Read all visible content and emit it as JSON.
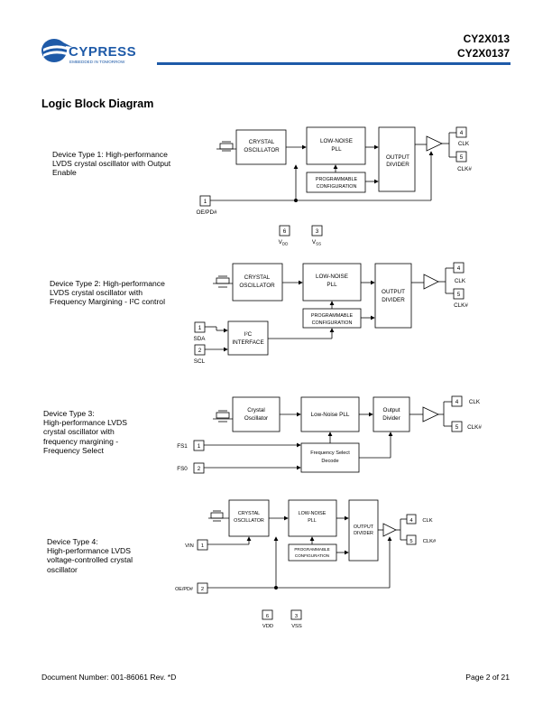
{
  "header": {
    "logo_text": "CYPRESS",
    "logo_tagline": "EMBEDDED IN TOMORROW",
    "part_numbers": [
      "CY2X013",
      "CY2X0137"
    ],
    "brand_color": "#1e5aa8"
  },
  "section_title": "Logic Block Diagram",
  "diagrams": [
    {
      "description": "Device Type 1: High-performance\nLVDS crystal oscillator with Output\nEnable",
      "blocks": {
        "oscillator": [
          "CRYSTAL",
          "OSCILLATOR"
        ],
        "pll": [
          "LOW-NOISE",
          "PLL"
        ],
        "config": [
          "PROGRAMMABLE",
          "CONFIGURATION"
        ],
        "divider": [
          "OUTPUT",
          "DIVIDER"
        ]
      },
      "pins": [
        {
          "num": "4",
          "label": "CLK"
        },
        {
          "num": "5",
          "label": "CLK#"
        },
        {
          "num": "1",
          "label": "OE/PD#"
        },
        {
          "num": "6",
          "label": "V",
          "sub": "DD"
        },
        {
          "num": "3",
          "label": "V",
          "sub": "SS"
        }
      ]
    },
    {
      "description": "Device Type 2: High-performance\nLVDS crystal oscillator with\nFrequency Margining - I²C control",
      "blocks": {
        "oscillator": [
          "CRYSTAL",
          "OSCILLATOR"
        ],
        "pll": [
          "LOW-NOISE",
          "PLL"
        ],
        "config": [
          "PROGRAMMABLE",
          "CONFIGURATION"
        ],
        "divider": [
          "OUTPUT",
          "DIVIDER"
        ],
        "interface": [
          "I²C",
          "INTERFACE"
        ]
      },
      "pins": [
        {
          "num": "4",
          "label": "CLK"
        },
        {
          "num": "5",
          "label": "CLK#"
        },
        {
          "num": "1",
          "label": "SDA"
        },
        {
          "num": "2",
          "label": "SCL"
        }
      ]
    },
    {
      "description": "Device Type 3:\nHigh-performance LVDS\ncrystal oscillator with\nfrequency margining -\nFrequency Select",
      "blocks": {
        "oscillator": [
          "Crystal",
          "Oscillator"
        ],
        "pll": [
          "Low-Noise PLL"
        ],
        "divider": [
          "Output",
          "Divider"
        ],
        "decode": [
          "Frequency Select",
          "Decode"
        ]
      },
      "pins": [
        {
          "num": "4",
          "label": "CLK"
        },
        {
          "num": "5",
          "label": "CLK#"
        },
        {
          "num": "1",
          "label": "FS1"
        },
        {
          "num": "2",
          "label": "FS0"
        }
      ]
    },
    {
      "description": "Device Type 4:\nHigh-performance LVDS\nvoltage-controlled crystal\noscillator",
      "blocks": {
        "oscillator": [
          "CRYSTAL",
          "OSCILLATOR"
        ],
        "pll": [
          "LOW-NOISE",
          "PLL"
        ],
        "config": [
          "PROGRAMMABLE",
          "CONFIGURATION"
        ],
        "divider": [
          "OUTPUT",
          "DIVIDER"
        ]
      },
      "pins": [
        {
          "num": "4",
          "label": "CLK"
        },
        {
          "num": "5",
          "label": "CLK#"
        },
        {
          "num": "1",
          "label": "VIN"
        },
        {
          "num": "2",
          "label": "OE/PD#"
        },
        {
          "num": "6",
          "label": "VDD"
        },
        {
          "num": "3",
          "label": "VSS"
        }
      ]
    }
  ],
  "footer": {
    "document_number": "Document Number: 001-86061 Rev. *D",
    "page": "Page 2 of 21"
  }
}
